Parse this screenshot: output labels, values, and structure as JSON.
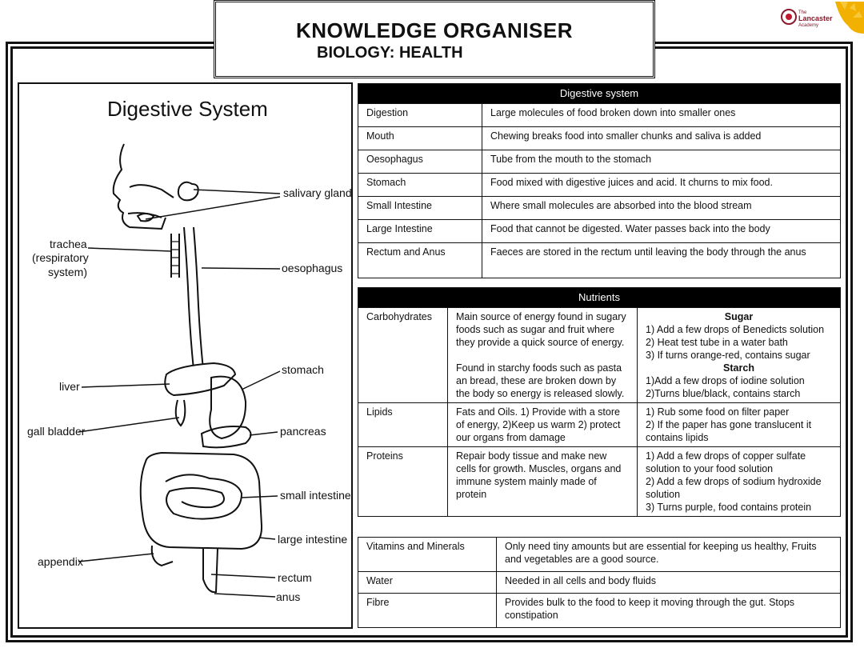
{
  "header": {
    "title": "KNOWLEDGE ORGANISER",
    "subtitle": "BIOLOGY: HEALTH",
    "logo": {
      "line1": "The",
      "line2": "Lancaster",
      "line3": "Academy"
    }
  },
  "diagram": {
    "title": "Digestive System",
    "labels": {
      "salivary": "salivary glands",
      "trachea1": "trachea",
      "trachea2": "(respiratory",
      "trachea3": "system)",
      "oesophagus": "oesophagus",
      "stomach": "stomach",
      "liver": "liver",
      "gall": "gall bladder",
      "pancreas": "pancreas",
      "small": "small intestine",
      "large": "large intestine",
      "appendix": "appendix",
      "rectum": "rectum",
      "anus": "anus"
    }
  },
  "digestive": {
    "header": "Digestive system",
    "rows": [
      {
        "term": "Digestion",
        "desc": "Large molecules of food broken down into smaller ones"
      },
      {
        "term": "Mouth",
        "desc": "Chewing breaks food into smaller chunks and saliva is added"
      },
      {
        "term": "Oesophagus",
        "desc": "Tube from the mouth to the stomach"
      },
      {
        "term": "Stomach",
        "desc": "Food mixed with digestive juices and acid.  It churns to mix food."
      },
      {
        "term": "Small Intestine",
        "desc": "Where small molecules are absorbed into the blood stream"
      },
      {
        "term": "Large Intestine",
        "desc": "Food that cannot be digested.  Water passes back into the body"
      },
      {
        "term": "Rectum and Anus",
        "desc": "Faeces are stored in the rectum until leaving the body through the anus"
      }
    ]
  },
  "nutrients": {
    "header": "Nutrients",
    "carbs": {
      "name": "Carbohydrates",
      "desc1": "Main source of energy found in sugary foods such as sugar and fruit where they provide a quick source of energy.",
      "desc2": "Found in starchy foods such as pasta an bread, these are broken down by the body so energy is released slowly.",
      "sugar_title": "Sugar",
      "sugar1": "1) Add a few drops of Benedicts solution",
      "sugar2": "2) Heat test tube in a water bath",
      "sugar3": "3) If turns orange-red, contains sugar",
      "starch_title": "Starch",
      "starch1": "1)Add a few drops of iodine solution",
      "starch2": "2)Turns blue/black, contains starch"
    },
    "lipids": {
      "name": "Lipids",
      "desc": "Fats and Oils. 1) Provide with a store of energy, 2)Keep us warm 2) protect our organs from damage",
      "test1": "1) Rub some food on filter paper",
      "test2": "2) If the paper has gone translucent it contains lipids"
    },
    "proteins": {
      "name": "Proteins",
      "desc": "Repair body tissue and make new cells for growth. Muscles, organs and immune system mainly made of protein",
      "test1": "1) Add a few drops of copper sulfate solution to your food solution",
      "test2": "2) Add a few drops of sodium hydroxide solution",
      "test3": "3) Turns purple, food contains protein"
    }
  },
  "other": {
    "rows": [
      {
        "term": "Vitamins and Minerals",
        "desc": "Only need tiny amounts but are essential for keeping us healthy, Fruits and vegetables are a good source."
      },
      {
        "term": "Water",
        "desc": "Needed in all cells and body fluids"
      },
      {
        "term": "Fibre",
        "desc": "Provides bulk to the food to keep it moving through the gut. Stops constipation"
      }
    ]
  }
}
